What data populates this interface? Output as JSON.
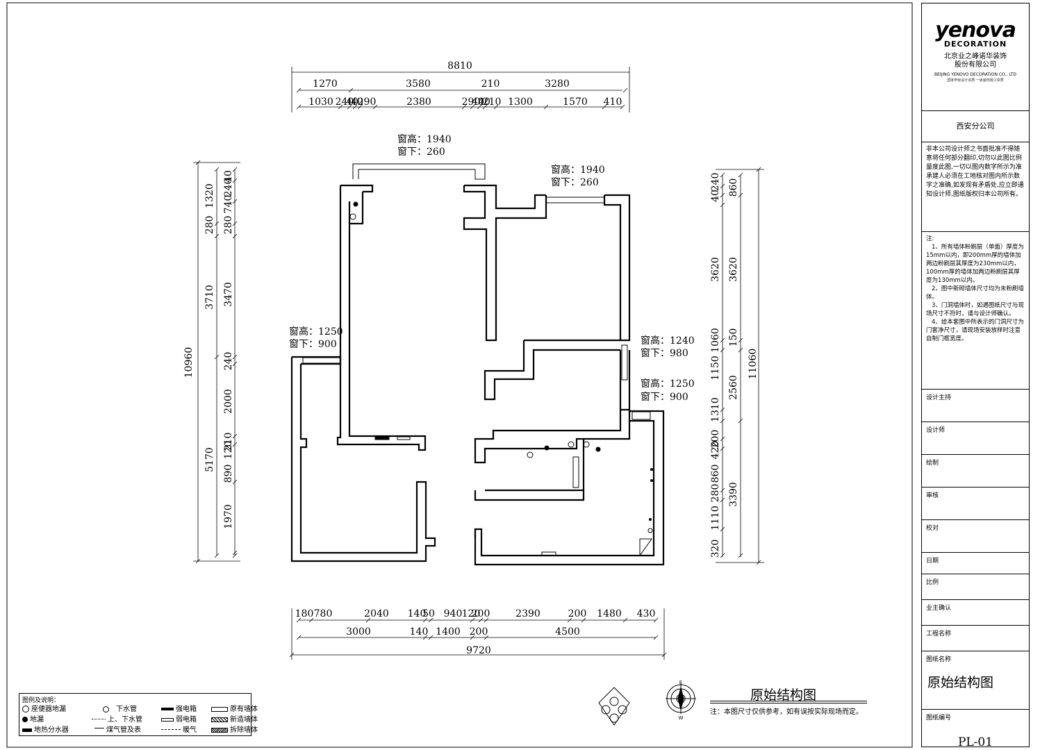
{
  "dims_top": {
    "overall": "8810",
    "row1": [
      "1270",
      "3580",
      "210",
      "3280"
    ],
    "row2": [
      "1030",
      "240",
      "40",
      "40",
      "290",
      "2380",
      "290",
      "40",
      "40",
      "210",
      "1300",
      "1570",
      "410"
    ]
  },
  "dims_bottom": {
    "row1": [
      "180",
      "780",
      "2040",
      "140",
      "50",
      "940",
      "120",
      "200",
      "2390",
      "200",
      "1480",
      "430"
    ],
    "row2": [
      "3000",
      "140",
      "1400",
      "200",
      "4500"
    ],
    "overall": "9720"
  },
  "dims_left": {
    "overall": "10960",
    "outer": [
      "1320",
      "280",
      "3710",
      "5170"
    ],
    "inner": [
      "40",
      "240",
      "740",
      "280",
      "3470",
      "240",
      "2000",
      "210",
      "120",
      "890",
      "1970"
    ]
  },
  "dims_right": {
    "overall": "11060",
    "outer_left": [
      "240",
      "40",
      "3620",
      "1060",
      "1150",
      "1310",
      "200",
      "420",
      "860",
      "280",
      "1110",
      "320"
    ],
    "outer_right": [
      "860",
      "3620",
      "150",
      "2560",
      "3390"
    ]
  },
  "windows": [
    {
      "h": "窗高：1940",
      "b": "窗下：260"
    },
    {
      "h": "窗高：1940",
      "b": "窗下：260"
    },
    {
      "h": "窗高：1250",
      "b": "窗下：900"
    },
    {
      "h": "窗高：1240",
      "b": "窗下：980"
    },
    {
      "h": "窗高：1250",
      "b": "窗下：900"
    }
  ],
  "legend": {
    "title": "图例及说明：",
    "items": [
      {
        "label": "座便器地漏",
        "icon": "floor-drain-toilet-icon"
      },
      {
        "label": "下水管",
        "icon": "drain-pipe-icon"
      },
      {
        "label": "强电箱",
        "icon": "power-box-icon"
      },
      {
        "label": "原有墙体",
        "icon": "existing-wall-icon"
      },
      {
        "label": "地漏",
        "icon": "floor-drain-icon"
      },
      {
        "label": "上、下水管",
        "icon": "water-pipe-icon"
      },
      {
        "label": "弱电箱",
        "icon": "weak-current-box-icon"
      },
      {
        "label": "新造墙体",
        "icon": "new-wall-icon"
      },
      {
        "label": "地热分水器",
        "icon": "floor-heating-manifold-icon"
      },
      {
        "label": "煤气管及表",
        "icon": "gas-pipe-icon"
      },
      {
        "label": "暖气",
        "icon": "radiator-icon"
      },
      {
        "label": "拆除墙体",
        "icon": "demolished-wall-icon"
      }
    ]
  },
  "drawing": {
    "title": "原始结构图",
    "note": "注：本图尺寸仅供参考，如有误按实际现场而定。"
  },
  "compass": {
    "north": "E",
    "south": "W"
  },
  "title_block": {
    "brand": "yenova",
    "brand_sub": "DECORATION",
    "company_line1": "北京业之峰诺华装饰",
    "company_line2": "股份有限公司",
    "company_en": "BEIJING YENOVO DECORATION CO., LTD",
    "company_small": "国家甲级设计资质·一级装饰施工资质",
    "branch": "西安分公司",
    "disclaimer": "非本公司设计师之书面批准不得随意将任何部分翻印,切勿以此图比例量度此图,一切以图内数字所示为准承建人必须在工地核对图内所示数字之准确,如发现有矛盾处,应立即通知设计师,图纸版权归本公司所有。",
    "notes_title": "注:",
    "notes": [
      "1、所有墙体粉刷层（单面）厚度为15mm以内，即200mm厚的墙体加两边粉刷层其厚度为230mm以内，100mm厚的墙体加两边粉刷层其厚度为130mm以内。",
      "2、图中新砌墙体尺寸均为未粉刷墙体。",
      "3、门洞墙体时，如遇图纸尺寸与现场尺寸不符时，请与设计师确认。",
      "4、给本套图中所表示的门洞尺寸为门套净尺寸，请现场安装放样时注意自制门框宽度。"
    ],
    "rows": [
      "设计主持",
      "设计师",
      "绘制",
      "审核",
      "校对",
      "日期",
      "比例",
      "业主确认",
      "工程名称",
      "图纸名称"
    ],
    "drawing_name": "原始结构图",
    "drawing_no_label": "图纸编号",
    "drawing_no": "PL-01"
  }
}
